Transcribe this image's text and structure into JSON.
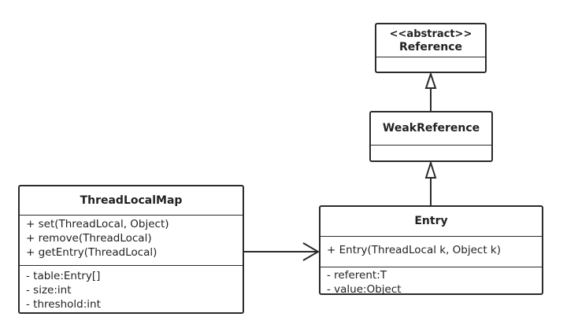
{
  "reference": {
    "stereotype": "<<abstract>>",
    "name": "Reference"
  },
  "weak_reference": {
    "name": "WeakReference"
  },
  "thread_local_map": {
    "name": "ThreadLocalMap",
    "methods": [
      "+ set(ThreadLocal, Object)",
      "+ remove(ThreadLocal)",
      "+ getEntry(ThreadLocal)"
    ],
    "fields": [
      "- table:Entry[]",
      "- size:int",
      "- threshold:int"
    ]
  },
  "entry": {
    "name": "Entry",
    "methods": [
      "+ Entry(ThreadLocal k, Object k)"
    ],
    "fields": [
      "- referent:T",
      "- value:Object"
    ]
  }
}
